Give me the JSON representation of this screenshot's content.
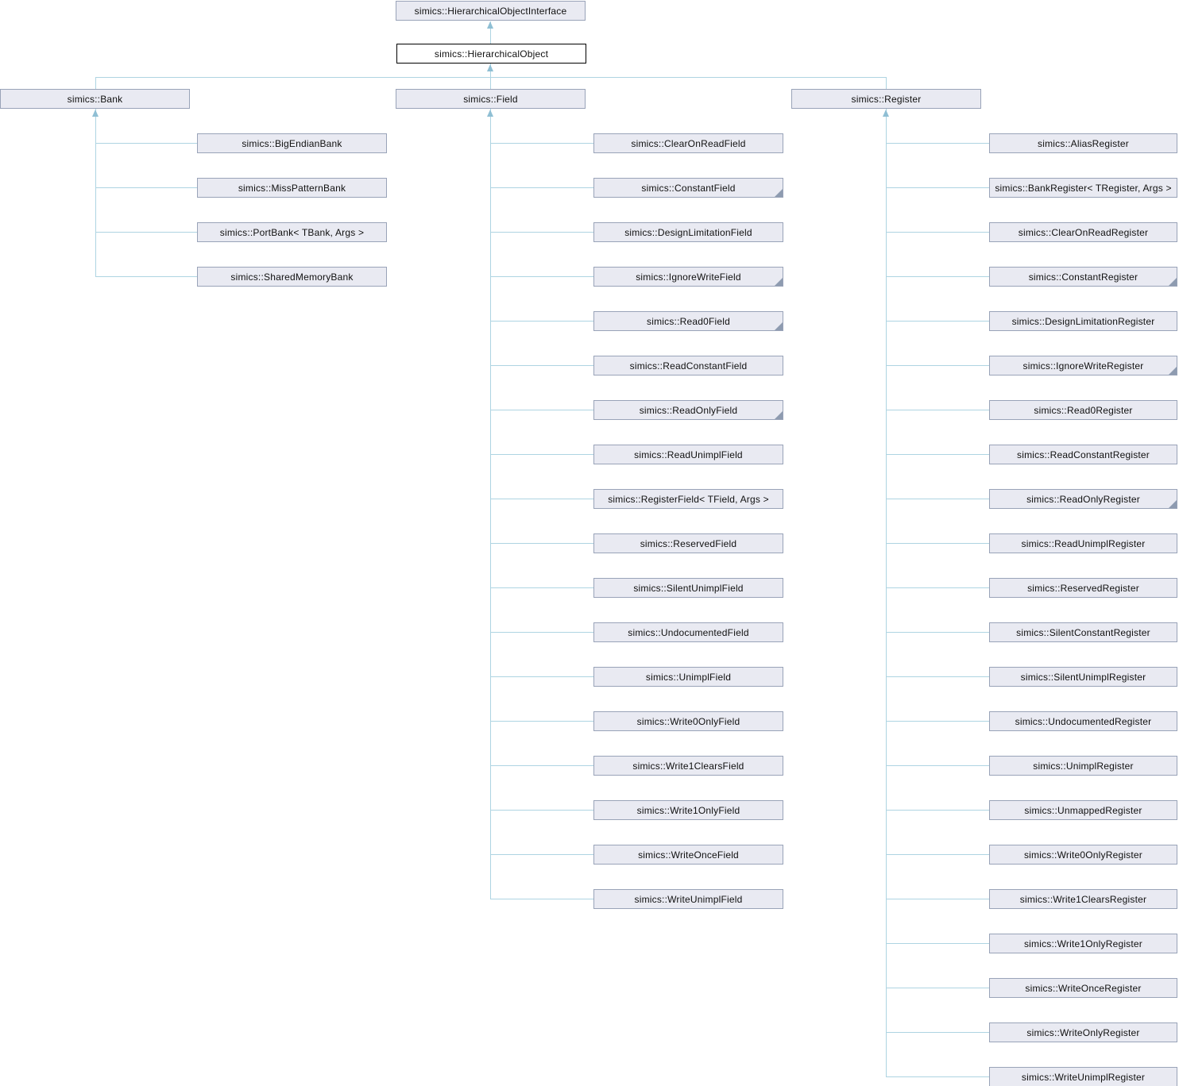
{
  "diagram": {
    "root": {
      "label": "simics::HierarchicalObjectInterface"
    },
    "current": {
      "label": "simics::HierarchicalObject"
    },
    "columns": [
      {
        "parent": {
          "label": "simics::Bank"
        },
        "children": [
          {
            "label": "simics::BigEndianBank"
          },
          {
            "label": "simics::MissPatternBank"
          },
          {
            "label": "simics::PortBank< TBank, Args >"
          },
          {
            "label": "simics::SharedMemoryBank"
          }
        ]
      },
      {
        "parent": {
          "label": "simics::Field"
        },
        "children": [
          {
            "label": "simics::ClearOnReadField"
          },
          {
            "label": "simics::ConstantField",
            "has_hidden_subclasses": true
          },
          {
            "label": "simics::DesignLimitationField"
          },
          {
            "label": "simics::IgnoreWriteField",
            "has_hidden_subclasses": true
          },
          {
            "label": "simics::Read0Field",
            "has_hidden_subclasses": true
          },
          {
            "label": "simics::ReadConstantField"
          },
          {
            "label": "simics::ReadOnlyField",
            "has_hidden_subclasses": true
          },
          {
            "label": "simics::ReadUnimplField"
          },
          {
            "label": "simics::RegisterField< TField, Args >"
          },
          {
            "label": "simics::ReservedField"
          },
          {
            "label": "simics::SilentUnimplField"
          },
          {
            "label": "simics::UndocumentedField"
          },
          {
            "label": "simics::UnimplField"
          },
          {
            "label": "simics::Write0OnlyField"
          },
          {
            "label": "simics::Write1ClearsField"
          },
          {
            "label": "simics::Write1OnlyField"
          },
          {
            "label": "simics::WriteOnceField"
          },
          {
            "label": "simics::WriteUnimplField"
          }
        ]
      },
      {
        "parent": {
          "label": "simics::Register"
        },
        "children": [
          {
            "label": "simics::AliasRegister"
          },
          {
            "label": "simics::BankRegister< TRegister, Args >"
          },
          {
            "label": "simics::ClearOnReadRegister"
          },
          {
            "label": "simics::ConstantRegister",
            "has_hidden_subclasses": true
          },
          {
            "label": "simics::DesignLimitationRegister"
          },
          {
            "label": "simics::IgnoreWriteRegister",
            "has_hidden_subclasses": true
          },
          {
            "label": "simics::Read0Register"
          },
          {
            "label": "simics::ReadConstantRegister"
          },
          {
            "label": "simics::ReadOnlyRegister",
            "has_hidden_subclasses": true
          },
          {
            "label": "simics::ReadUnimplRegister"
          },
          {
            "label": "simics::ReservedRegister"
          },
          {
            "label": "simics::SilentConstantRegister"
          },
          {
            "label": "simics::SilentUnimplRegister"
          },
          {
            "label": "simics::UndocumentedRegister"
          },
          {
            "label": "simics::UnimplRegister"
          },
          {
            "label": "simics::UnmappedRegister"
          },
          {
            "label": "simics::Write0OnlyRegister"
          },
          {
            "label": "simics::Write1ClearsRegister"
          },
          {
            "label": "simics::Write1OnlyRegister"
          },
          {
            "label": "simics::WriteOnceRegister"
          },
          {
            "label": "simics::WriteOnlyRegister"
          },
          {
            "label": "simics::WriteUnimplRegister"
          }
        ]
      }
    ],
    "colors": {
      "node_fill": "#e9eaf2",
      "node_border": "#99a3b8",
      "current_fill": "#ffffff",
      "current_border": "#000000",
      "edge": "#aed4e2",
      "arrow": "#8fbfd4",
      "marker": "#8e9bb0"
    }
  }
}
